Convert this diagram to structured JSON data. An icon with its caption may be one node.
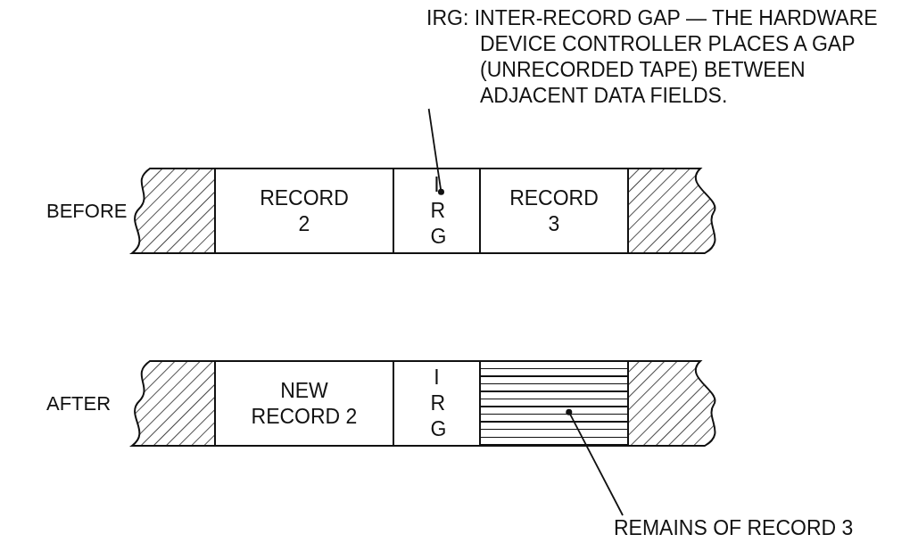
{
  "diagram": {
    "nodes": [
      {
        "text": [
          "IRG: INTER-RECORD GAP — THE HARDWARE DEVICE CONTROLLER PLACES A GAP (UNRECORDED TAPE) BETWEEN ADJACENT DATA FIELDS."
        ]
      },
      {
        "text": [
          "BEFORE"
        ]
      },
      {
        "text": [
          "RECORD 2"
        ],
        "in": 1
      },
      {
        "text": [
          "I R G"
        ],
        "in": 1
      },
      {
        "text": [
          "RECORD 3"
        ],
        "in": 1
      },
      {
        "text": [
          "AFTER"
        ]
      },
      {
        "text": [
          "NEW RECORD 2"
        ],
        "in": 5
      },
      {
        "text": [
          "I R G"
        ],
        "in": 5
      },
      {
        "text": [],
        "shape": "box",
        "in": 5
      },
      {
        "text": [
          "REMAINS OF RECORD 3"
        ]
      }
    ],
    "edges": [
      {
        "from": 0,
        "to": 3,
        "arrow": "other"
      },
      {
        "from": 9,
        "to": 8,
        "arrow": "other"
      }
    ]
  }
}
